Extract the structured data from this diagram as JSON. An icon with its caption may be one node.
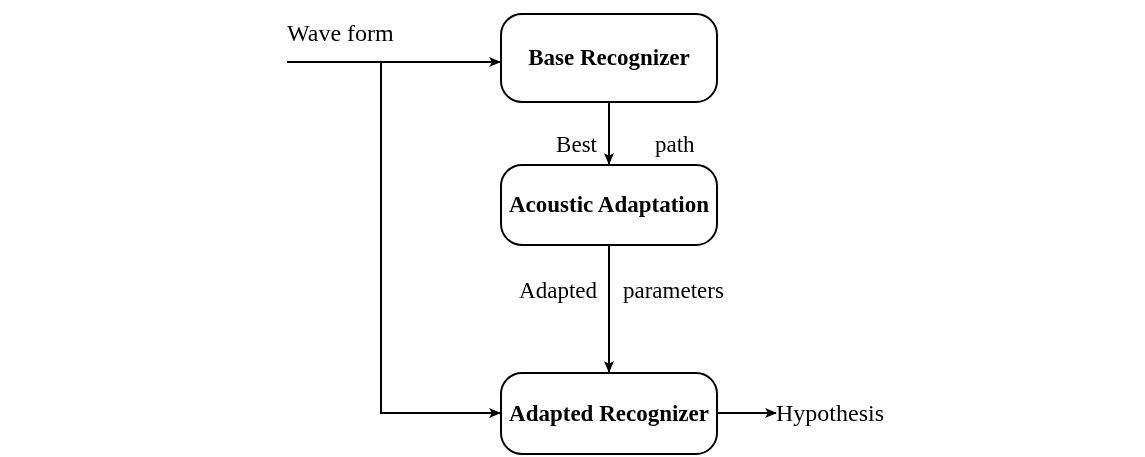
{
  "diagram": {
    "nodes": [
      {
        "text": [
          "Wave form"
        ]
      },
      {
        "text": [
          "Base Recognizer"
        ]
      },
      {
        "text": [
          "Acoustic Adaptation"
        ]
      },
      {
        "text": [
          "Adapted Recognizer"
        ]
      },
      {
        "text": [
          "Hypothesis"
        ]
      }
    ],
    "edges": [
      {
        "from": 0,
        "to": 1,
        "arrow": "to"
      },
      {
        "from": 0,
        "to": 3,
        "arrow": "to"
      },
      {
        "from": 1,
        "to": 2,
        "arrow": "to",
        "label": "Best path"
      },
      {
        "from": 2,
        "to": 3,
        "arrow": "to",
        "label": "Adapted parameters"
      },
      {
        "from": 3,
        "to": 4,
        "arrow": "to"
      }
    ]
  }
}
